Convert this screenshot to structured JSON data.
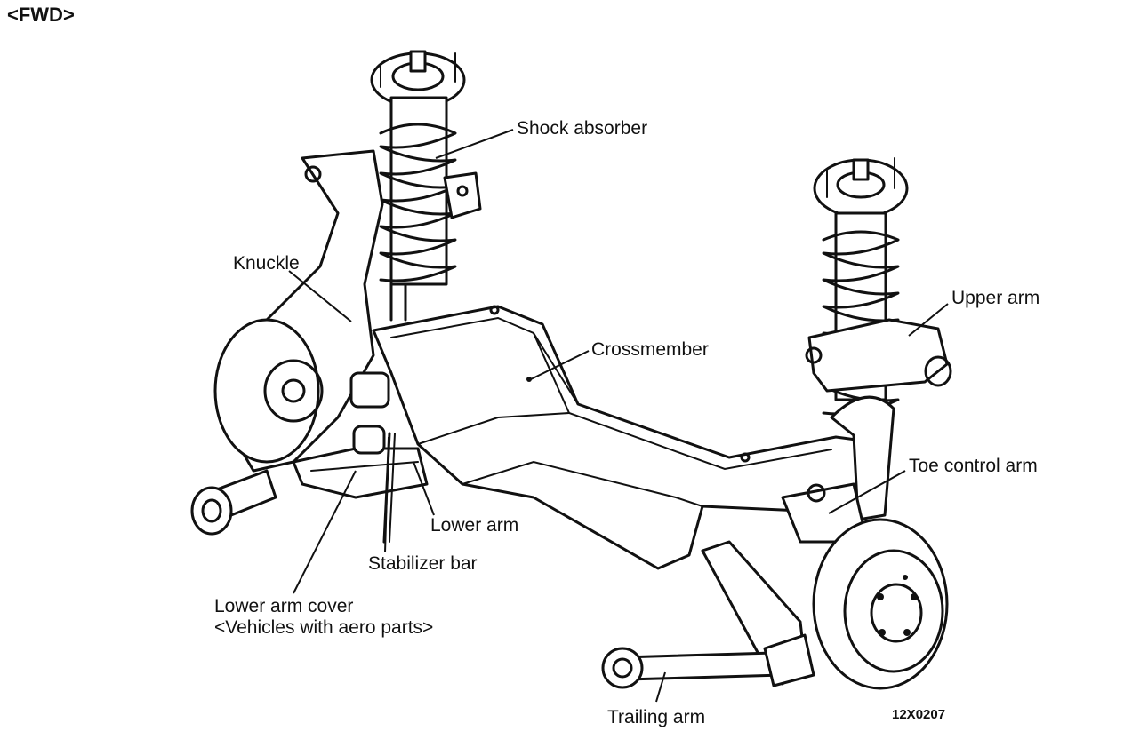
{
  "heading": "<FWD>",
  "figure_code": "12X0207",
  "labels": {
    "shock_absorber": "Shock absorber",
    "knuckle": "Knuckle",
    "crossmember": "Crossmember",
    "upper_arm": "Upper arm",
    "toe_control_arm": "Toe control arm",
    "lower_arm": "Lower arm",
    "stabilizer_bar": "Stabilizer bar",
    "lower_arm_cover": "Lower arm cover",
    "lower_arm_cover_note": "<Vehicles with aero parts>",
    "trailing_arm": "Trailing arm"
  },
  "line_color": "#111111",
  "background_color": "#ffffff"
}
